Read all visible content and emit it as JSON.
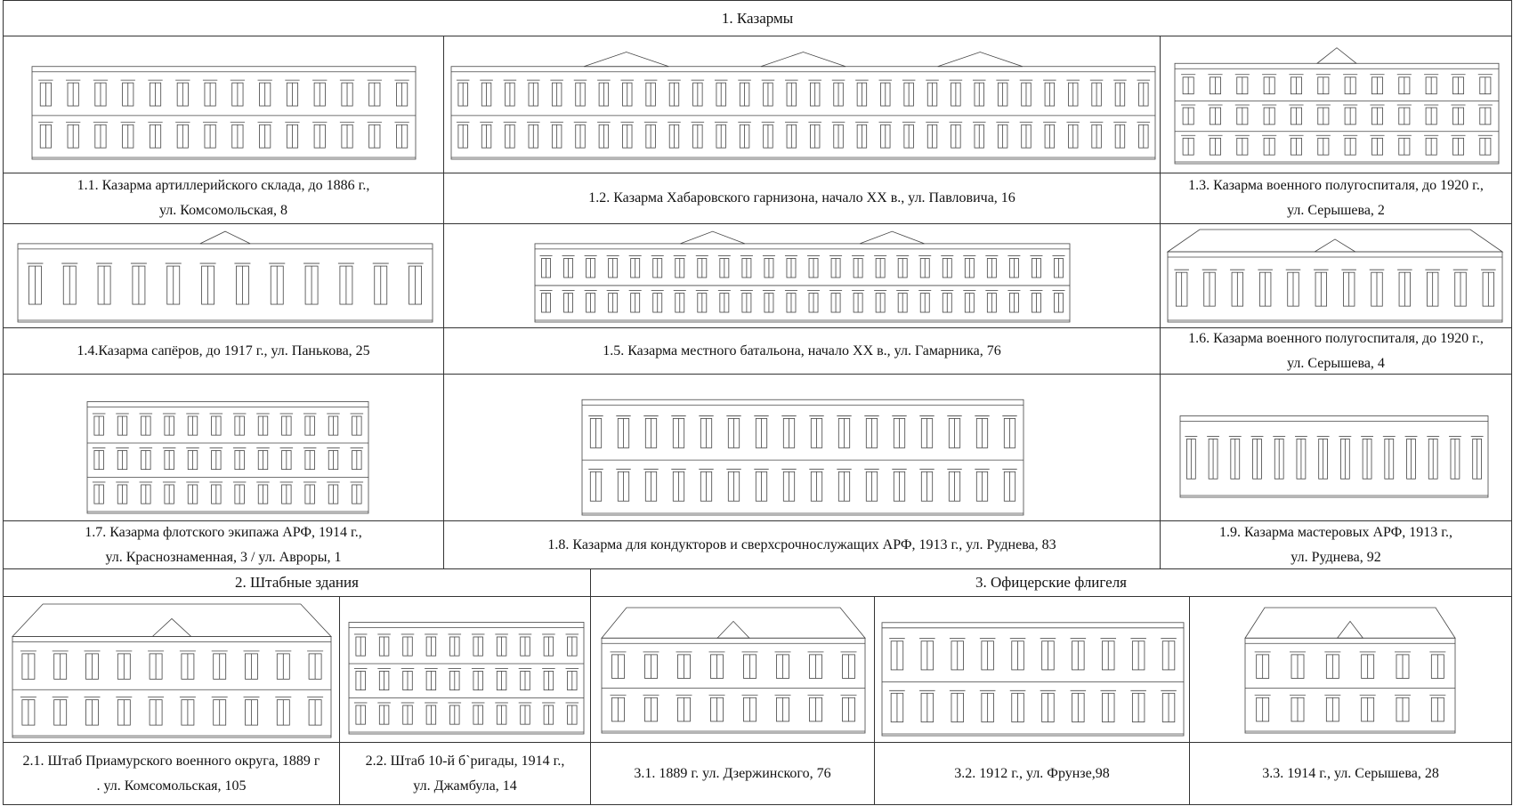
{
  "sections": {
    "barracks": "1. Казармы",
    "headquarters": "2. Штабные здания",
    "officers": "3. Офицерские флигеля"
  },
  "captions": {
    "c1_1": [
      "1.1. Казарма артиллерийского склада, до 1886 г.,",
      "ул. Комсомольская, 8"
    ],
    "c1_2": [
      "1.2. Казарма Хабаровского гарнизона, начало XX в., ул. Павловича, 16"
    ],
    "c1_3": [
      "1.3. Казарма военного полугоспиталя, до 1920 г.,",
      "ул. Серышева, 2"
    ],
    "c1_4": [
      "1.4.Казарма сапёров, до 1917 г., ул. Панькова, 25"
    ],
    "c1_5": [
      "1.5. Казарма местного батальона, начало XX в., ул. Гамарника, 76"
    ],
    "c1_6": [
      "1.6. Казарма военного полугоспиталя, до 1920 г.,",
      "ул. Серышева, 4"
    ],
    "c1_7": [
      "1.7. Казарма флотского экипажа АРФ, 1914 г.,",
      "ул. Краснознаменная, 3 / ул. Авроры, 1"
    ],
    "c1_8": [
      "1.8. Казарма для кондукторов и сверхсрочнослужащих АРФ, 1913 г., ул. Руднева, 83"
    ],
    "c1_9": [
      "1.9. Казарма мастеровых АРФ, 1913 г.,",
      "ул. Руднева, 92"
    ],
    "c2_1": [
      "2.1. Штаб Приамурского военного округа, 1889 г",
      ". ул. Комсомольская, 105"
    ],
    "c2_2": [
      "2.2. Штаб 10-й б`ригады, 1914 г.,",
      "ул. Джамбула, 14"
    ],
    "c3_1": [
      "3.1. 1889 г. ул. Дзержинского, 76"
    ],
    "c3_2": [
      "3.2. 1912 г., ул. Фрунзе,98"
    ],
    "c3_3": [
      "3.3. 1914 г., ул. Серышева, 28"
    ]
  }
}
